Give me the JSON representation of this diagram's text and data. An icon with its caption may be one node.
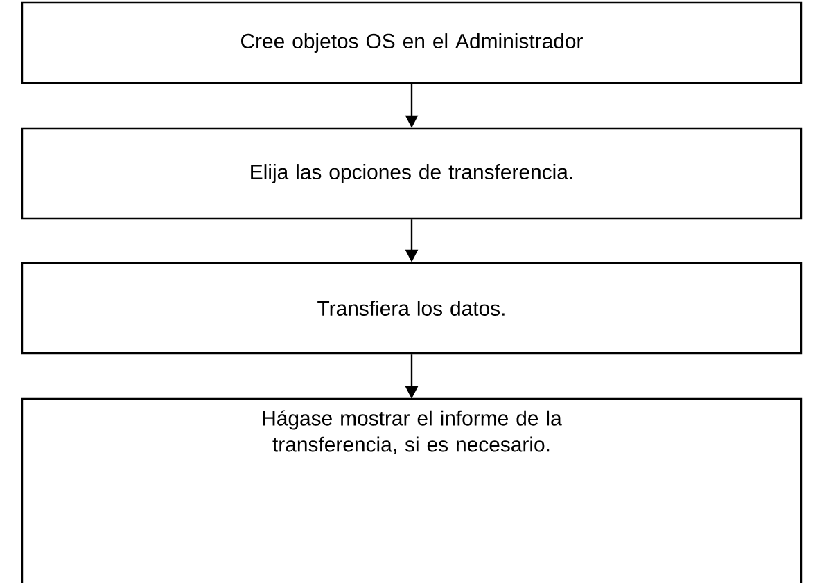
{
  "diagram": {
    "nodes": [
      {
        "text": [
          "Cree objetos OS en el Administrador"
        ]
      },
      {
        "text": [
          "Elija las opciones de transferencia."
        ]
      },
      {
        "text": [
          "Transfiera los datos."
        ]
      },
      {
        "text": [
          "Hágase mostrar el informe de la transferencia, si es necesario."
        ]
      }
    ],
    "edges": [
      {
        "from": 0,
        "to": 1,
        "arrow": "to"
      },
      {
        "from": 1,
        "to": 2,
        "arrow": "to"
      },
      {
        "from": 2,
        "to": 3,
        "arrow": "to"
      }
    ]
  }
}
